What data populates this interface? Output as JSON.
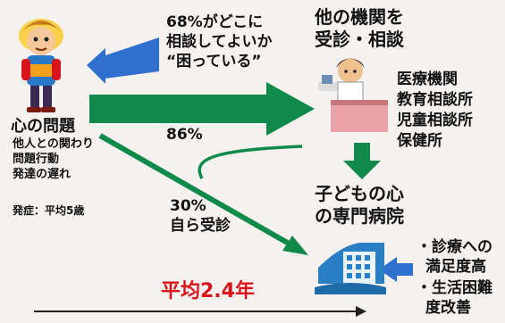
{
  "child": {
    "problem_title": "心の問題",
    "problem_items": [
      "他人との関わり",
      "問題行動",
      "発達の遅れ"
    ],
    "onset": "発症：平均5歳"
  },
  "top_note": [
    "68%がどこに",
    "相談してよいか",
    "“困っている”"
  ],
  "main_arrow_pct": "86%",
  "self_visit": [
    "30%",
    "自ら受診"
  ],
  "other_institutions": {
    "title": [
      "他の機関を",
      "受診・相談"
    ],
    "list": [
      "医療機関",
      "教育相談所",
      "児童相談所",
      "保健所"
    ]
  },
  "hospital": [
    "子どもの心",
    "の専門病院"
  ],
  "benefits": [
    "・診療への",
    "満足度高",
    "・生活困難",
    "度改善"
  ],
  "average": "平均2.4年",
  "colors": {
    "green": "#0f8a4a",
    "blue": "#2f6fd0",
    "red": "#d8141a",
    "building_blue": "#2a7fc4"
  },
  "icons": [
    "child-figure",
    "doctor-figure",
    "hospital-building"
  ]
}
